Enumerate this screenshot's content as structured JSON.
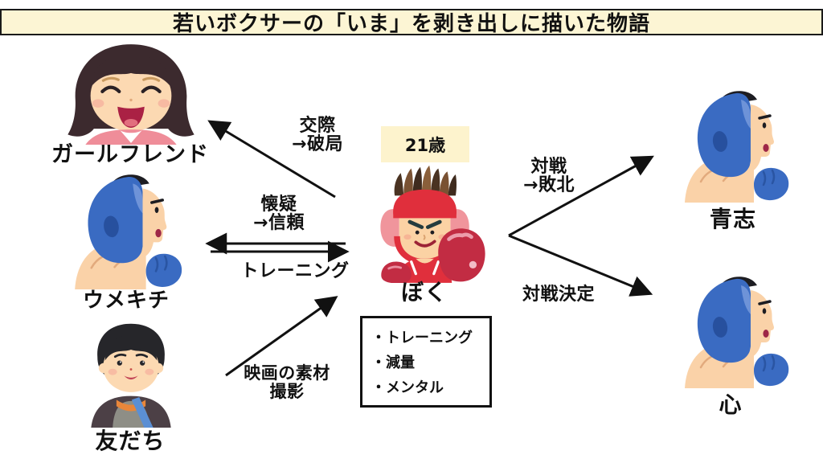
{
  "title": "若いボクサーの「いま」を剥き出しに描いた物語",
  "hero": {
    "age_badge": "21歳",
    "name": "ぼく"
  },
  "characters": {
    "girlfriend": {
      "name": "ガールフレンド"
    },
    "umekichi": {
      "name": "ウメキチ"
    },
    "friend": {
      "name": "友だち"
    },
    "aoshi": {
      "name": "青志"
    },
    "kokoro": {
      "name": "心"
    }
  },
  "relations": {
    "girlfriend": {
      "line1": "交際",
      "line2": "→破局"
    },
    "umekichi": {
      "line1": "懐疑",
      "line2": "→信頼"
    },
    "training": {
      "label": "トレーニング"
    },
    "friend": {
      "line1": "映画の素材",
      "line2": "撮影"
    },
    "aoshi": {
      "line1": "対戦",
      "line2": "→敗北"
    },
    "kokoro": {
      "label": "対戦決定"
    }
  },
  "notes": {
    "items": [
      "・トレーニング",
      "・減量",
      "・メンタル"
    ]
  },
  "colors": {
    "banner_bg": "#fcf5d4",
    "age_badge_bg": "#fdf3cd",
    "hero_red": "#e02f3c",
    "glove_red": "#c22c43",
    "rival_blue": "#3a6bc2",
    "arrow_black": "#111111"
  }
}
